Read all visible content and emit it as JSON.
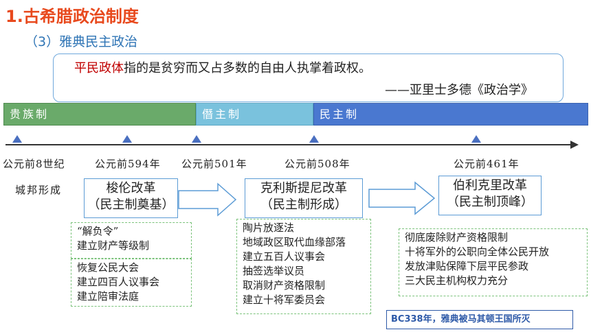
{
  "header": {
    "title": "1.古希腊政治制度",
    "subtitle": "（3）雅典民主政治"
  },
  "quote": {
    "highlight": "平民政体",
    "text": "指的是贫穷而又占多数的自由人执掌着政权。",
    "source": "——亚里士多德《政治学》"
  },
  "periods": {
    "aristocracy": "贵族制",
    "tyranny": "僭主制",
    "democracy": "民主制"
  },
  "timeline": {
    "dates": [
      "公元前8世纪",
      "公元前594年",
      "公元前501年",
      "公元前508年",
      "公元前461年"
    ],
    "polis_label": "城邦形成"
  },
  "reforms": {
    "solon": {
      "name": "梭伦改革",
      "note": "（民主制奠基）"
    },
    "cleisthenes": {
      "name": "克利斯提尼改革",
      "note": "（民主制形成）"
    },
    "pericles": {
      "name": "伯利克里改革",
      "note": "（民主制顶峰）"
    }
  },
  "solon_measures_1": [
    "“解负令”",
    "建立财产等级制"
  ],
  "solon_measures_2": [
    "恢复公民大会",
    "建立四百人议事会",
    "建立陪审法庭"
  ],
  "cleisthenes_measures": [
    "陶片放逐法",
    "地域政区取代血缘部落",
    "建立五百人议事会",
    "抽签选举议员",
    "取消财产资格限制",
    "建立十将军委员会"
  ],
  "pericles_measures": [
    "彻底废除财产资格限制",
    "十将军外的公职向全体公民开放",
    "发放津贴保障下层平民参政",
    "三大民主机构权力充分"
  ],
  "end_note": "BC338年，雅典被马其顿王国所灭",
  "colors": {
    "title": "#e8491d",
    "subtitle": "#2e74b5",
    "aristocracy": "#6aaa6a",
    "tyranny": "#7ac2dd",
    "democracy": "#4a78d0",
    "marker": "#4a6fc0"
  }
}
